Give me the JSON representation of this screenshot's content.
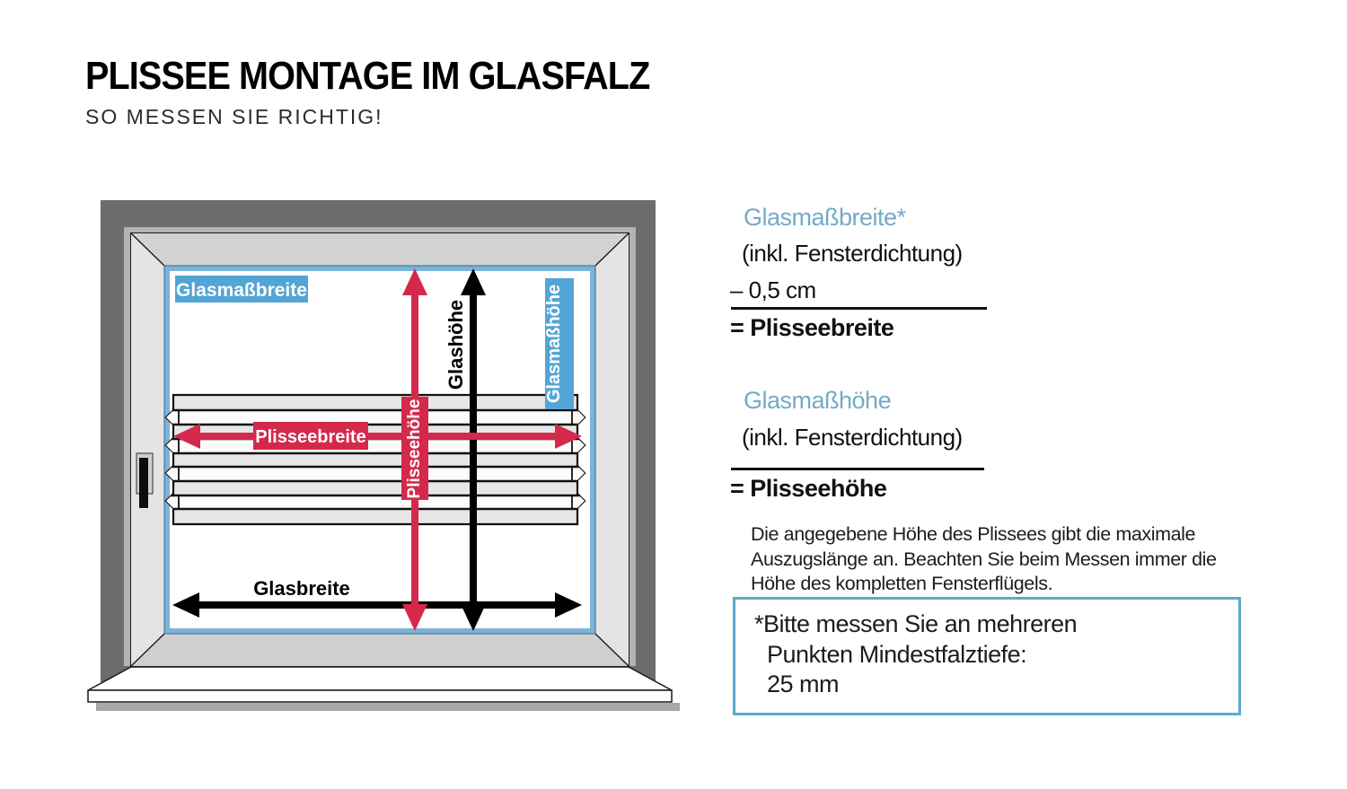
{
  "header": {
    "title": "PLISSEE MONTAGE IM GLASFALZ",
    "subtitle": "SO MESSEN SIE RICHTIG!"
  },
  "diagram": {
    "glasmassbreite": "Glasmaßbreite",
    "glasmasshoehe": "Glasmaßhöhe",
    "glashoehe": "Glashöhe",
    "plisseehoehe": "Plisseehöhe",
    "plisseebreite": "Plisseebreite",
    "glasbreite": "Glasbreite"
  },
  "width_calc": {
    "heading": "Glasmaßbreite*",
    "line1": "(inkl. Fensterdichtung)",
    "line2": "– 0,5 cm",
    "result": "= Plisseebreite"
  },
  "height_calc": {
    "heading": "Glasmaßhöhe",
    "line1": "(inkl. Fensterdichtung)",
    "result": "= Plisseehöhe"
  },
  "note": {
    "line1": "Die angegebene Höhe des Plissees gibt die maximale",
    "line2": "Auszugslänge an. Beachten Sie beim Messen immer die",
    "line3": "Höhe des kompletten Fensterflügels."
  },
  "footnote_box": {
    "line1": "*Bitte messen Sie an mehreren",
    "line2": "Punkten Mindestfalztiefe:",
    "line3": "25 mm"
  },
  "colors": {
    "accent_red": "#d4294b",
    "label_blue": "#52a5d5",
    "heading_blue": "#74aac8",
    "box_border_blue": "#5ba9cc",
    "glass_border_blue": "#7db3d6",
    "wall_gray": "#6c6c6c",
    "frame_gray": "#dcdcdc"
  }
}
